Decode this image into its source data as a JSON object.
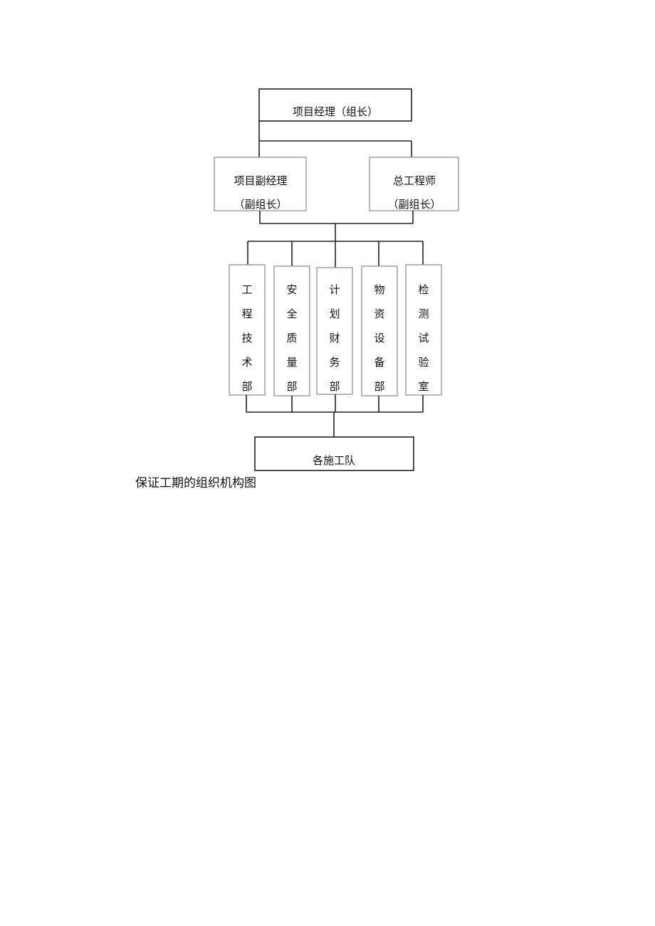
{
  "top": {
    "label": "项目经理（组长）"
  },
  "deputies": [
    {
      "line1": "项目副经理",
      "line2": "（副组长）"
    },
    {
      "line1": "总工程师",
      "line2": "（副组长）"
    }
  ],
  "departments": [
    {
      "label": "工程技术部"
    },
    {
      "label": "安全质量部"
    },
    {
      "label": "计划财务部"
    },
    {
      "label": "物资设备部"
    },
    {
      "label": "检测试验室"
    }
  ],
  "bottom": {
    "label": "各施工队"
  },
  "caption": "保证工期的组织机构图"
}
